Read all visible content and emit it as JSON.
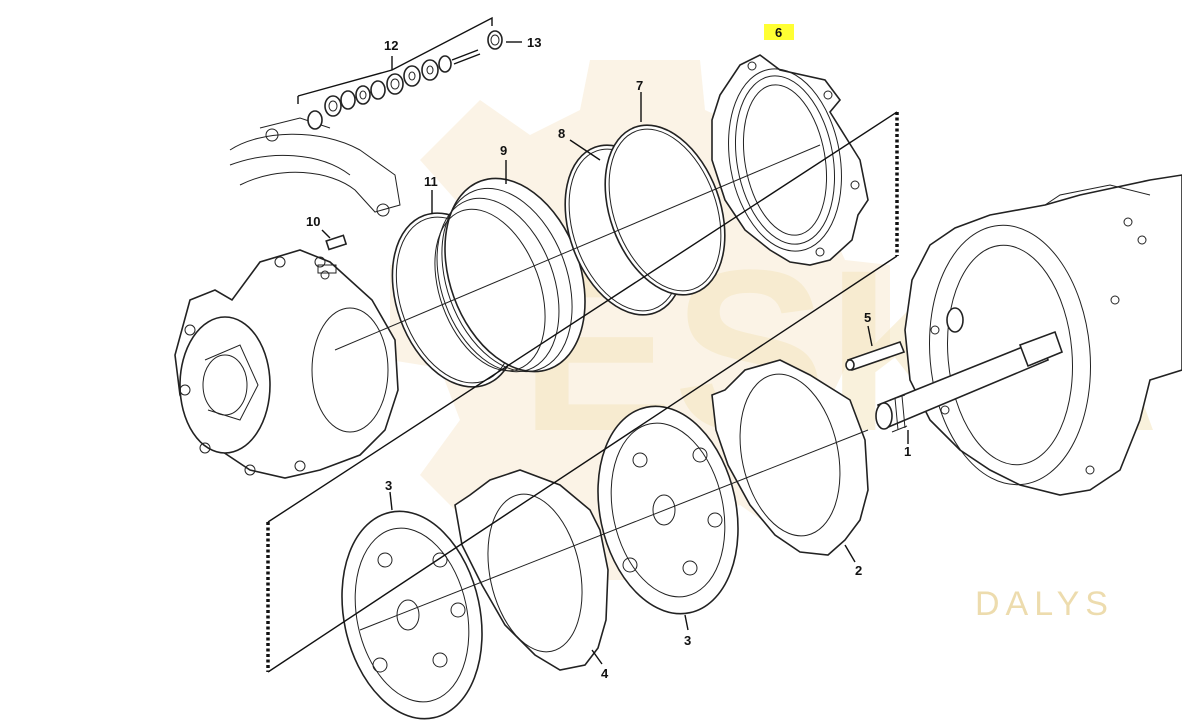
{
  "watermark": {
    "brand_big": "ESKA",
    "brand_small": "DALYS",
    "color": "#f3e2b8"
  },
  "highlight_color": "#ffff33",
  "labels": {
    "p1": "1",
    "p2": "2",
    "p3a": "3",
    "p3b": "3",
    "p4": "4",
    "p5": "5",
    "p6": "6",
    "p7": "7",
    "p8": "8",
    "p9": "9",
    "p10": "10",
    "p11": "11",
    "p12": "12",
    "p13": "13"
  }
}
